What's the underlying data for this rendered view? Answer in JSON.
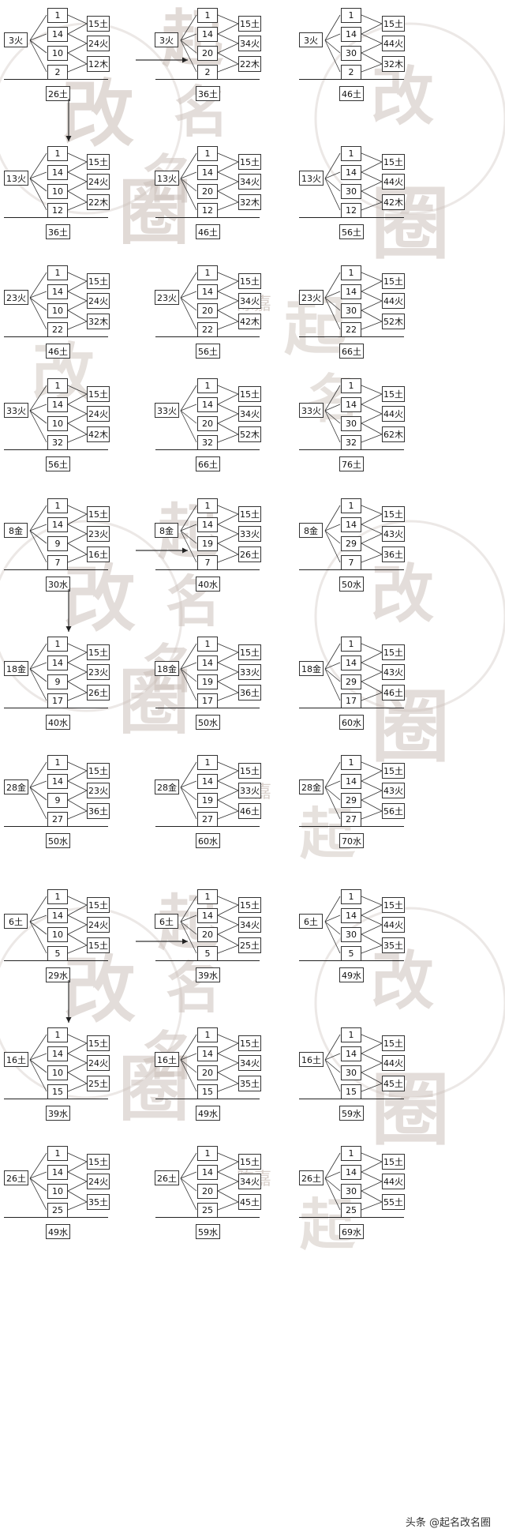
{
  "watermark": {
    "chars": [
      "起",
      "改",
      "名",
      "名",
      "圈"
    ],
    "signature": "陈嘉",
    "color": "#c9bdb6"
  },
  "sections": [
    {
      "name": "fire",
      "rows": [
        {
          "cells": [
            {
              "left": "3火",
              "ones": [
                "1",
                "14",
                "10",
                "2"
              ],
              "results": [
                "15土",
                "24火",
                "12木"
              ],
              "bottom": "26土"
            },
            {
              "left": "3火",
              "ones": [
                "1",
                "14",
                "20",
                "2"
              ],
              "results": [
                "15土",
                "34火",
                "22木"
              ],
              "bottom": "36土"
            },
            {
              "left": "3火",
              "ones": [
                "1",
                "14",
                "30",
                "2"
              ],
              "results": [
                "15土",
                "44火",
                "32木"
              ],
              "bottom": "46土"
            }
          ]
        },
        {
          "cells": [
            {
              "left": "13火",
              "ones": [
                "1",
                "14",
                "10",
                "12"
              ],
              "results": [
                "15土",
                "24火",
                "22木"
              ],
              "bottom": "36土"
            },
            {
              "left": "13火",
              "ones": [
                "1",
                "14",
                "20",
                "12"
              ],
              "results": [
                "15土",
                "34火",
                "32木"
              ],
              "bottom": "46土"
            },
            {
              "left": "13火",
              "ones": [
                "1",
                "14",
                "30",
                "12"
              ],
              "results": [
                "15土",
                "44火",
                "42木"
              ],
              "bottom": "56土"
            }
          ]
        },
        {
          "cells": [
            {
              "left": "23火",
              "ones": [
                "1",
                "14",
                "10",
                "22"
              ],
              "results": [
                "15土",
                "24火",
                "32木"
              ],
              "bottom": "46土"
            },
            {
              "left": "23火",
              "ones": [
                "1",
                "14",
                "20",
                "22"
              ],
              "results": [
                "15土",
                "34火",
                "42木"
              ],
              "bottom": "56土"
            },
            {
              "left": "23火",
              "ones": [
                "1",
                "14",
                "30",
                "22"
              ],
              "results": [
                "15土",
                "44火",
                "52木"
              ],
              "bottom": "66土"
            }
          ]
        },
        {
          "cells": [
            {
              "left": "33火",
              "ones": [
                "1",
                "14",
                "10",
                "32"
              ],
              "results": [
                "15土",
                "24火",
                "42木"
              ],
              "bottom": "56土"
            },
            {
              "left": "33火",
              "ones": [
                "1",
                "14",
                "20",
                "32"
              ],
              "results": [
                "15土",
                "34火",
                "52木"
              ],
              "bottom": "66土"
            },
            {
              "left": "33火",
              "ones": [
                "1",
                "14",
                "30",
                "32"
              ],
              "results": [
                "15土",
                "44火",
                "62木"
              ],
              "bottom": "76土"
            }
          ]
        }
      ]
    },
    {
      "name": "metal",
      "rows": [
        {
          "cells": [
            {
              "left": "8金",
              "ones": [
                "1",
                "14",
                "9",
                "7"
              ],
              "results": [
                "15土",
                "23火",
                "16土"
              ],
              "bottom": "30水"
            },
            {
              "left": "8金",
              "ones": [
                "1",
                "14",
                "19",
                "7"
              ],
              "results": [
                "15土",
                "33火",
                "26土"
              ],
              "bottom": "40水"
            },
            {
              "left": "8金",
              "ones": [
                "1",
                "14",
                "29",
                "7"
              ],
              "results": [
                "15土",
                "43火",
                "36土"
              ],
              "bottom": "50水"
            }
          ]
        },
        {
          "cells": [
            {
              "left": "18金",
              "ones": [
                "1",
                "14",
                "9",
                "17"
              ],
              "results": [
                "15土",
                "23火",
                "26土"
              ],
              "bottom": "40水"
            },
            {
              "left": "18金",
              "ones": [
                "1",
                "14",
                "19",
                "17"
              ],
              "results": [
                "15土",
                "33火",
                "36土"
              ],
              "bottom": "50水"
            },
            {
              "left": "18金",
              "ones": [
                "1",
                "14",
                "29",
                "17"
              ],
              "results": [
                "15土",
                "43火",
                "46土"
              ],
              "bottom": "60水"
            }
          ]
        },
        {
          "cells": [
            {
              "left": "28金",
              "ones": [
                "1",
                "14",
                "9",
                "27"
              ],
              "results": [
                "15土",
                "23火",
                "36土"
              ],
              "bottom": "50水"
            },
            {
              "left": "28金",
              "ones": [
                "1",
                "14",
                "19",
                "27"
              ],
              "results": [
                "15土",
                "33火",
                "46土"
              ],
              "bottom": "60水"
            },
            {
              "left": "28金",
              "ones": [
                "1",
                "14",
                "29",
                "27"
              ],
              "results": [
                "15土",
                "43火",
                "56土"
              ],
              "bottom": "70水"
            }
          ]
        }
      ]
    },
    {
      "name": "earth",
      "rows": [
        {
          "cells": [
            {
              "left": "6土",
              "ones": [
                "1",
                "14",
                "10",
                "5"
              ],
              "results": [
                "15土",
                "24火",
                "15土"
              ],
              "bottom": "29水"
            },
            {
              "left": "6土",
              "ones": [
                "1",
                "14",
                "20",
                "5"
              ],
              "results": [
                "15土",
                "34火",
                "25土"
              ],
              "bottom": "39水"
            },
            {
              "left": "6土",
              "ones": [
                "1",
                "14",
                "30",
                "5"
              ],
              "results": [
                "15土",
                "44火",
                "35土"
              ],
              "bottom": "49水"
            }
          ]
        },
        {
          "cells": [
            {
              "left": "16土",
              "ones": [
                "1",
                "14",
                "10",
                "15"
              ],
              "results": [
                "15土",
                "24火",
                "25土"
              ],
              "bottom": "39水"
            },
            {
              "left": "16土",
              "ones": [
                "1",
                "14",
                "20",
                "15"
              ],
              "results": [
                "15土",
                "34火",
                "35土"
              ],
              "bottom": "49水"
            },
            {
              "left": "16土",
              "ones": [
                "1",
                "14",
                "30",
                "15"
              ],
              "results": [
                "15土",
                "44火",
                "45土"
              ],
              "bottom": "59水"
            }
          ]
        },
        {
          "cells": [
            {
              "left": "26土",
              "ones": [
                "1",
                "14",
                "10",
                "25"
              ],
              "results": [
                "15土",
                "24火",
                "35土"
              ],
              "bottom": "49水"
            },
            {
              "left": "26土",
              "ones": [
                "1",
                "14",
                "20",
                "25"
              ],
              "results": [
                "15土",
                "34火",
                "45土"
              ],
              "bottom": "59水"
            },
            {
              "left": "26土",
              "ones": [
                "1",
                "14",
                "30",
                "25"
              ],
              "results": [
                "15土",
                "44火",
                "55土"
              ],
              "bottom": "69水"
            }
          ]
        }
      ]
    }
  ],
  "footer": {
    "text": "头条 @起名改名圈"
  }
}
